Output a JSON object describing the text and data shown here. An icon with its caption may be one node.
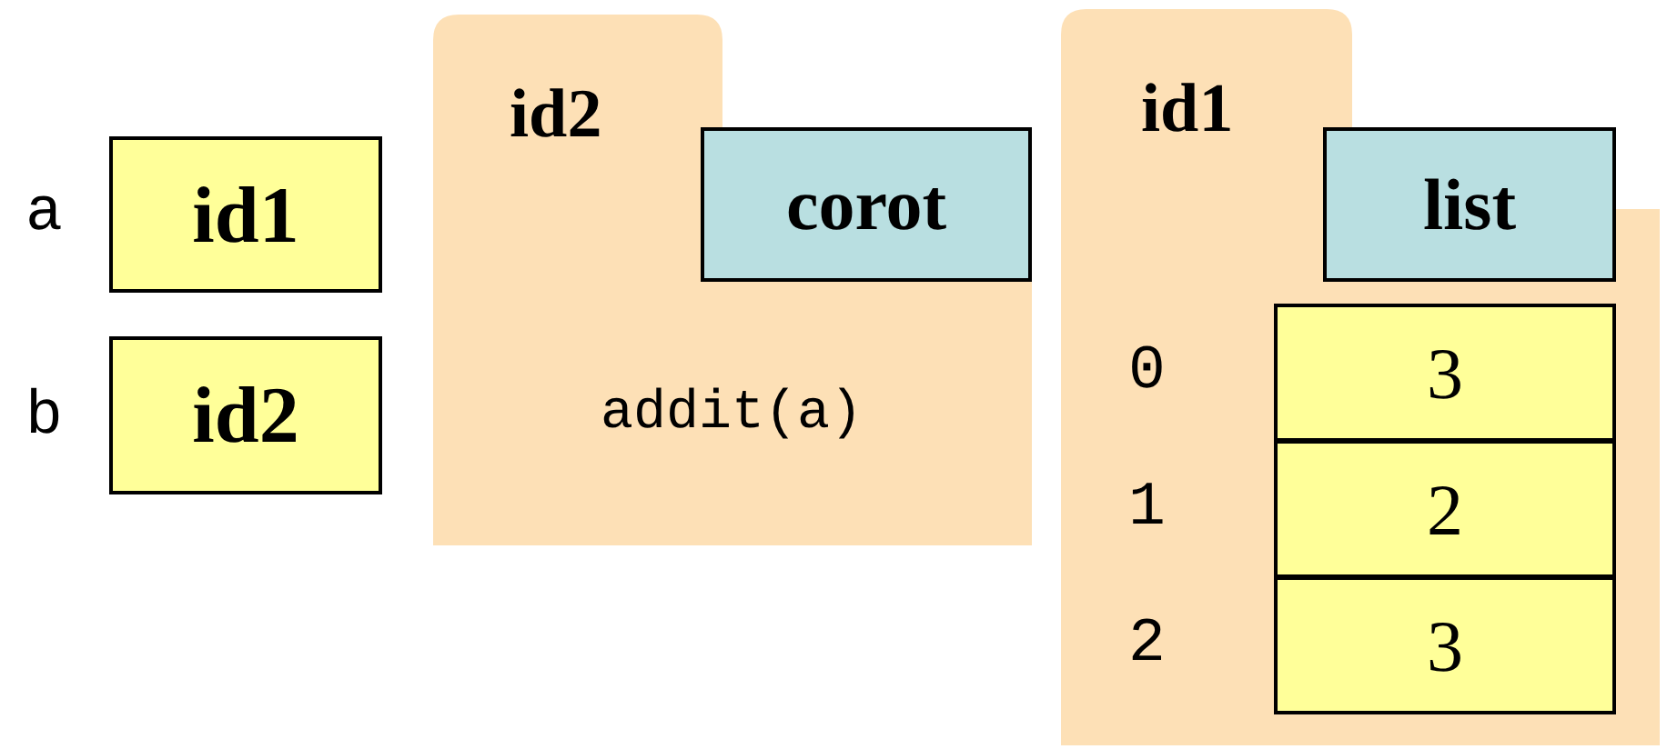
{
  "diagram": {
    "nodes": [
      {
        "text": [
          "id1"
        ],
        "beside": [
          "a"
        ]
      },
      {
        "text": [
          "id2"
        ],
        "beside": [
          "b"
        ]
      },
      {
        "text": [
          "id2",
          "addit(a)"
        ]
      },
      {
        "text": [
          "corot"
        ],
        "in": 2
      },
      {
        "text": [
          "id1"
        ]
      },
      {
        "text": [
          "list"
        ],
        "in": 4
      },
      {
        "text": [
          "3"
        ],
        "in": 4,
        "beside": [
          "0"
        ]
      },
      {
        "text": [
          "2"
        ],
        "in": 4,
        "beside": [
          "1"
        ]
      },
      {
        "text": [
          "3"
        ],
        "in": 4,
        "beside": [
          "2"
        ]
      }
    ]
  }
}
